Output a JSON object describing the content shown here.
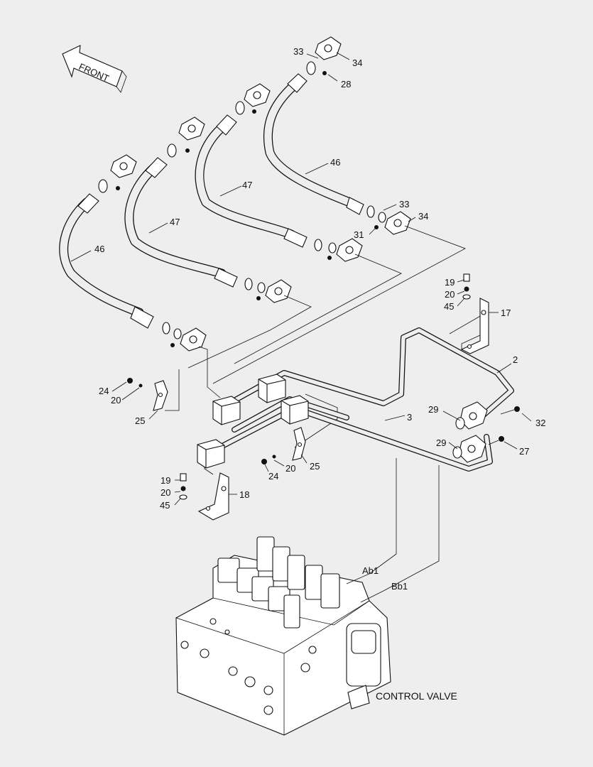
{
  "front_label": "FRONT",
  "caption": "CONTROL VALVE",
  "callouts": {
    "c33_top": "33",
    "c34_top": "34",
    "c28": "28",
    "c46_right": "46",
    "c47_right": "47",
    "c47_left": "47",
    "c46_left": "46",
    "c33_mid": "33",
    "c34_mid": "34",
    "c31": "31",
    "c19_right": "19",
    "c20_right": "20",
    "c45_right": "45",
    "c17": "17",
    "c2": "2",
    "c3": "3",
    "c24_left": "24",
    "c20_left": "20",
    "c25_left": "25",
    "c29_upper": "29",
    "c32": "32",
    "c29_lower": "29",
    "c27": "27",
    "c20_center": "20",
    "c25_center": "25",
    "c24_center": "24",
    "c19_left": "19",
    "c20_lower": "20",
    "c45_left": "45",
    "c18": "18",
    "ab1": "Ab1",
    "bb1": "Bb1"
  },
  "colors": {
    "ink": "#111111",
    "paper": "#eeeeee",
    "part_fill": "#ffffff"
  }
}
